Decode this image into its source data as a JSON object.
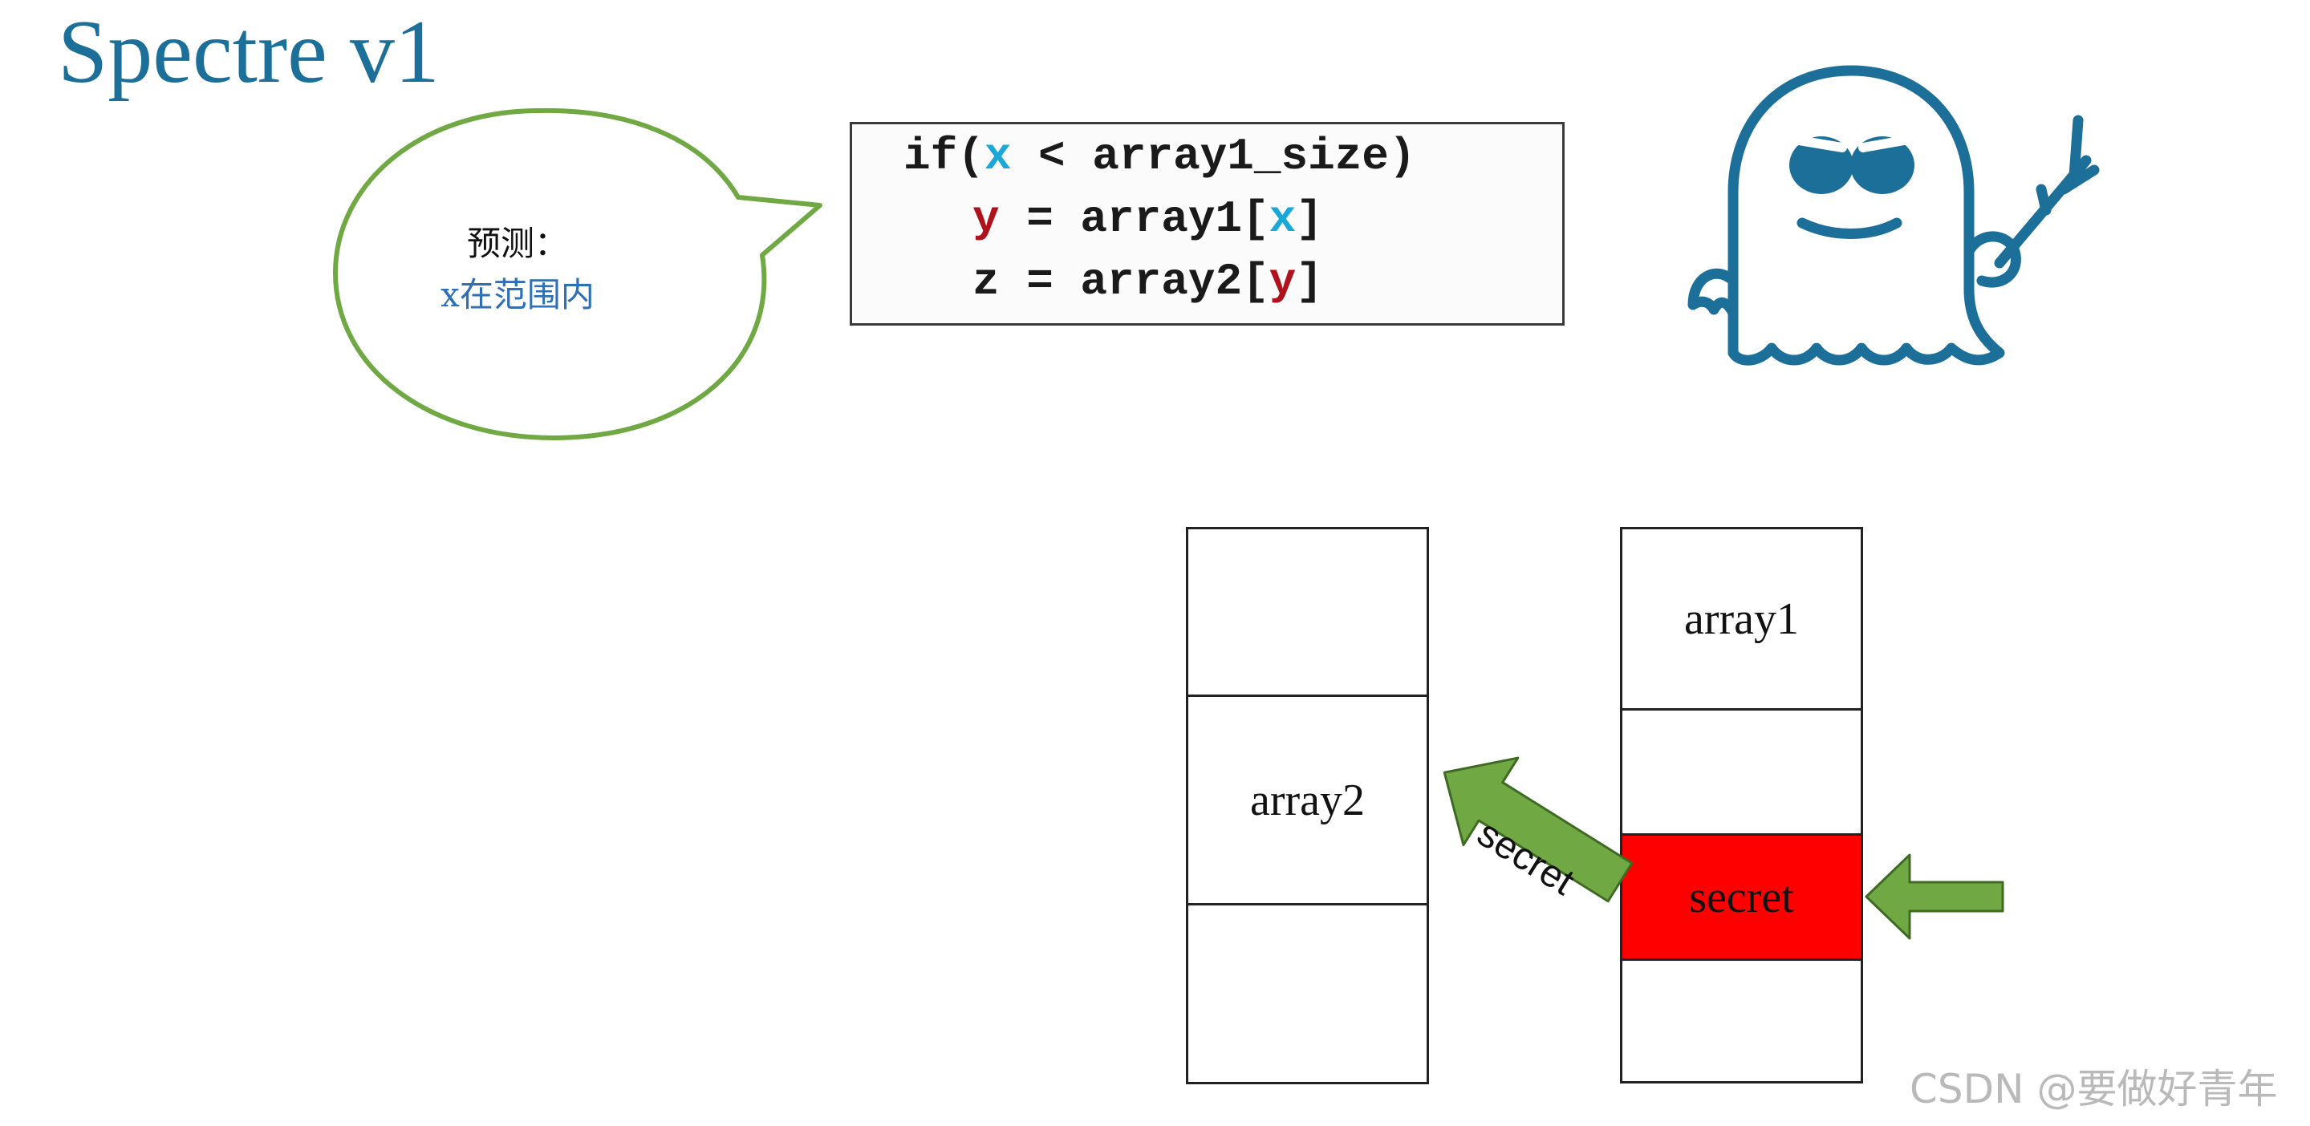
{
  "title": "Spectre v1",
  "bubble": {
    "line1": "预测：",
    "line2": "x在范围内",
    "stroke_color": "#70a844"
  },
  "code": {
    "line1": {
      "pre": "if(",
      "x": "x",
      "post": " < array1_size)"
    },
    "line2": {
      "y": "y",
      "mid": " = array1[",
      "x": "x",
      "post": "]"
    },
    "line3": {
      "pre": "z = array2[",
      "y": "y",
      "post": "]"
    },
    "colors": {
      "x_var": "#19a8d8",
      "y_var": "#b0121c"
    }
  },
  "ghost": {
    "icon": "spectre-ghost-icon",
    "color": "#1c6f98"
  },
  "memory": {
    "array2_cells": [
      "",
      "array2",
      ""
    ],
    "array1_cells": [
      "array1",
      "",
      "secret",
      ""
    ],
    "highlight_color": "#ff0000"
  },
  "arrows": {
    "secret_label": "secret",
    "color": "#70a844"
  },
  "watermark": "CSDN @要做好青年"
}
